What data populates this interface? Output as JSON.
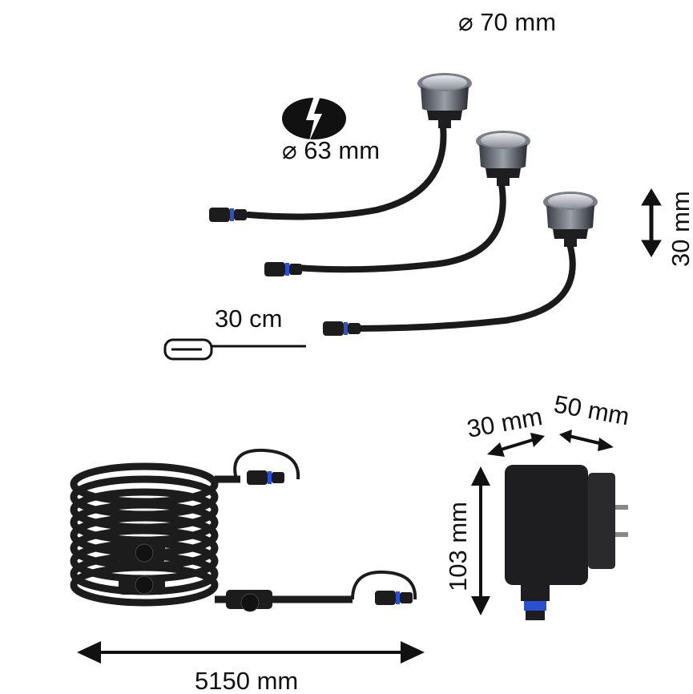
{
  "dimensions": {
    "light_diameter": "⌀ 70 mm",
    "cutout_diameter": "⌀ 63 mm",
    "light_height": "30 mm",
    "cable_length": "30 cm",
    "adapter_depth": "30 mm",
    "adapter_plug_depth": "50 mm",
    "adapter_height": "103 mm",
    "main_cable_length": "5150 mm"
  },
  "colors": {
    "product": "#1c1c1c",
    "connector_accent": "#2a4fd0",
    "light_lens": "#c9ccd2"
  }
}
